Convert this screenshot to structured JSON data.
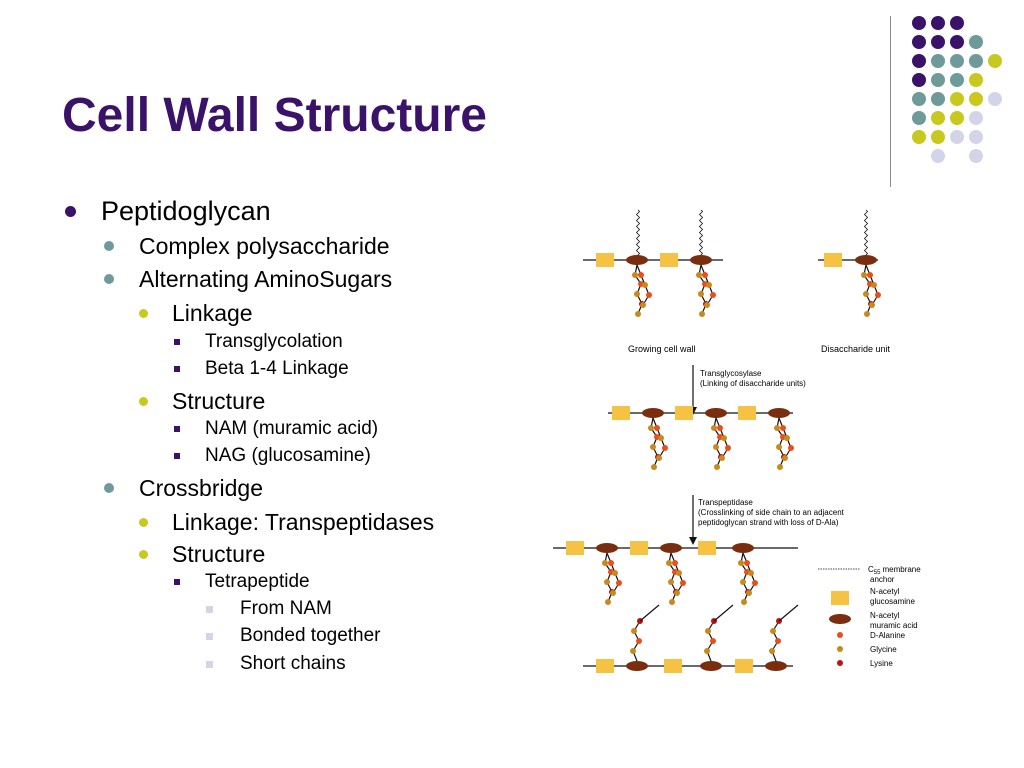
{
  "slide": {
    "title": "Cell Wall Structure",
    "bullets": [
      {
        "level": 1,
        "text": "Peptidoglycan"
      },
      {
        "level": 2,
        "text": "Complex polysaccharide"
      },
      {
        "level": 2,
        "text": "Alternating AminoSugars"
      },
      {
        "level": 3,
        "text": "Linkage"
      },
      {
        "level": 4,
        "text": "Transglycolation"
      },
      {
        "level": 4,
        "text": "Beta 1-4 Linkage"
      },
      {
        "level": 3,
        "text": "Structure"
      },
      {
        "level": 4,
        "text": "NAM (muramic acid)"
      },
      {
        "level": 4,
        "text": "NAG (glucosamine)"
      },
      {
        "level": 2,
        "text": "Crossbridge"
      },
      {
        "level": 3,
        "text": "Linkage: Transpeptidases"
      },
      {
        "level": 3,
        "text": "Structure"
      },
      {
        "level": 4,
        "text": "Tetrapeptide"
      },
      {
        "level": 5,
        "text": "From NAM"
      },
      {
        "level": 5,
        "text": "Bonded together"
      },
      {
        "level": 5,
        "text": "Short chains"
      }
    ]
  },
  "theme": {
    "title_color": "#3b1269",
    "palette": [
      "#3b1269",
      "#6e9a9a",
      "#c8c81e",
      "#d4d4e8"
    ],
    "bullet_colors": {
      "1": "#3b1269",
      "2": "#6e9a9a",
      "3": "#c8c81e",
      "4": "#3b1269",
      "5": "#d4d4e8"
    }
  },
  "diagram": {
    "growing_label": "Growing cell wall",
    "disaccharide_label": "Disaccharide unit",
    "transglycosylase_line1": "Transglycosylase",
    "transglycosylase_line2": "(Linking of disaccharide units)",
    "transpeptidase_line1": "Transpeptidase",
    "transpeptidase_line2": "(Crosslinking of side chain to an adjacent",
    "transpeptidase_line3": "peptidoglycan strand with loss of D-Ala)",
    "legend": {
      "membrane_line1": "membrane",
      "membrane_line2": "anchor",
      "c55": "C",
      "c55_sub": "55",
      "nag_line1": "N-acetyl",
      "nag_line2": "glucosamine",
      "nam_line1": "N-acetyl",
      "nam_line2": "muramic acid",
      "dala": "D-Alanine",
      "glycine": "Glycine",
      "lysine": "Lysine"
    },
    "colors": {
      "nag": "#f5c244",
      "nam": "#7a2e0e",
      "dala": "#e8501a",
      "glycine": "#c8891e",
      "lysine": "#b81414"
    }
  }
}
